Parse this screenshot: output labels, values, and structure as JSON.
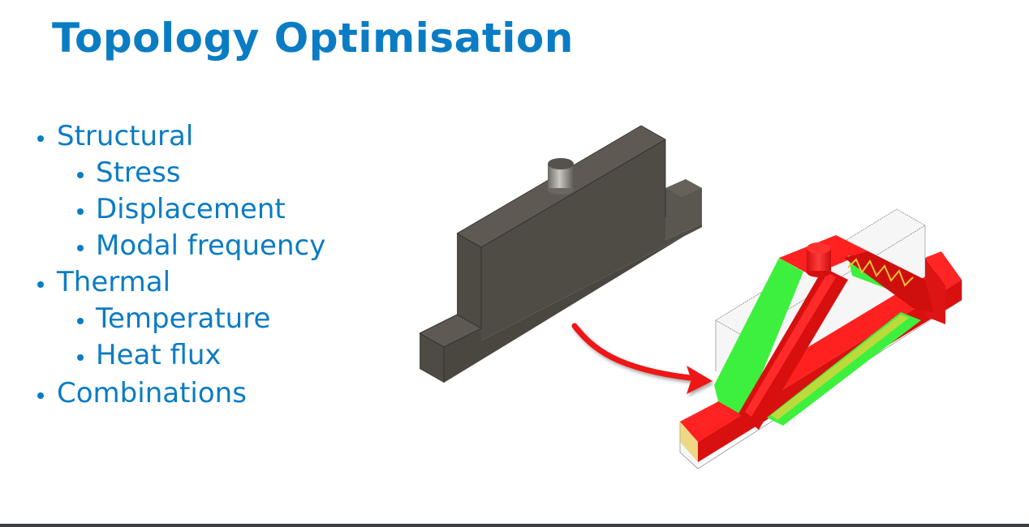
{
  "slide": {
    "title": "Topology Optimisation",
    "bullets": [
      {
        "level": 1,
        "text": "Structural"
      },
      {
        "level": 2,
        "text": "Stress"
      },
      {
        "level": 2,
        "text": "Displacement"
      },
      {
        "level": 2,
        "text": "Modal frequency"
      },
      {
        "level": 1,
        "text": "Thermal"
      },
      {
        "level": 2,
        "text": "Temperature"
      },
      {
        "level": 2,
        "text": "Heat flux"
      },
      {
        "level": 1,
        "text": "Combinations"
      }
    ]
  },
  "figure": {
    "input_model": "solid-gray-block-with-cylinder",
    "output_model": "optimised-truss-stress-plot",
    "arrow": "red-curved-arrow"
  },
  "colors": {
    "title": "#0a7cc4",
    "text": "#0a7cc4",
    "block": "#4f4b45",
    "stress_high": "#ff1a1a",
    "stress_low": "#33ee33",
    "footer": "#3b3d40"
  }
}
